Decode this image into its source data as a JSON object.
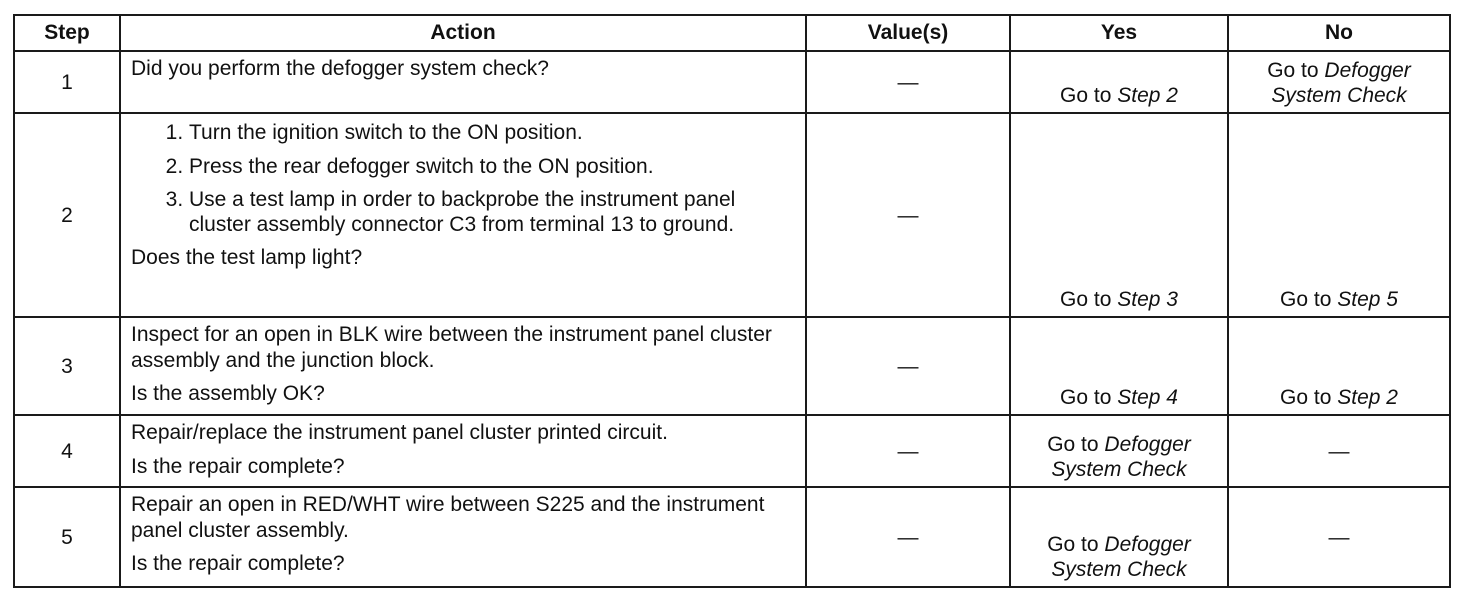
{
  "table": {
    "headers": {
      "step": "Step",
      "action": "Action",
      "values": "Value(s)",
      "yes": "Yes",
      "no": "No"
    },
    "rows": [
      {
        "step": "1",
        "action": "Did you perform the defogger system check?",
        "value": "—",
        "yes": {
          "prefix": "Go to",
          "ref": "Step 2",
          "ref2": ""
        },
        "no": {
          "prefix": "Go to",
          "ref": "Defogger",
          "ref2": "System Check"
        }
      },
      {
        "step": "2",
        "action_steps": [
          "Turn the ignition switch to the ON position.",
          "Press the rear defogger switch to the ON position.",
          "Use a test lamp in order to backprobe the instrument panel cluster assembly connector C3 from terminal 13 to ground."
        ],
        "question": "Does the test lamp light?",
        "value": "—",
        "yes": {
          "prefix": "Go to",
          "ref": "Step 3"
        },
        "no": {
          "prefix": "Go to",
          "ref": "Step 5"
        }
      },
      {
        "step": "3",
        "action": "Inspect for an open in BLK wire between the instrument panel cluster assembly and the junction block.",
        "question": "Is the assembly OK?",
        "value": "—",
        "yes": {
          "prefix": "Go to",
          "ref": "Step 4"
        },
        "no": {
          "prefix": "Go to",
          "ref": "Step 2"
        }
      },
      {
        "step": "4",
        "action": "Repair/replace the instrument panel cluster printed circuit.",
        "question": "Is the repair complete?",
        "value": "—",
        "yes": {
          "prefix": "Go to",
          "ref": "Defogger",
          "ref2": "System Check"
        },
        "no": {
          "text": "—"
        }
      },
      {
        "step": "5",
        "action": "Repair an open in RED/WHT wire between S225 and the instrument panel cluster assembly.",
        "question": "Is the repair complete?",
        "value": "—",
        "yes": {
          "prefix": "Go to",
          "ref": "Defogger",
          "ref2": "System Check"
        },
        "no": {
          "text": "—"
        }
      }
    ]
  }
}
